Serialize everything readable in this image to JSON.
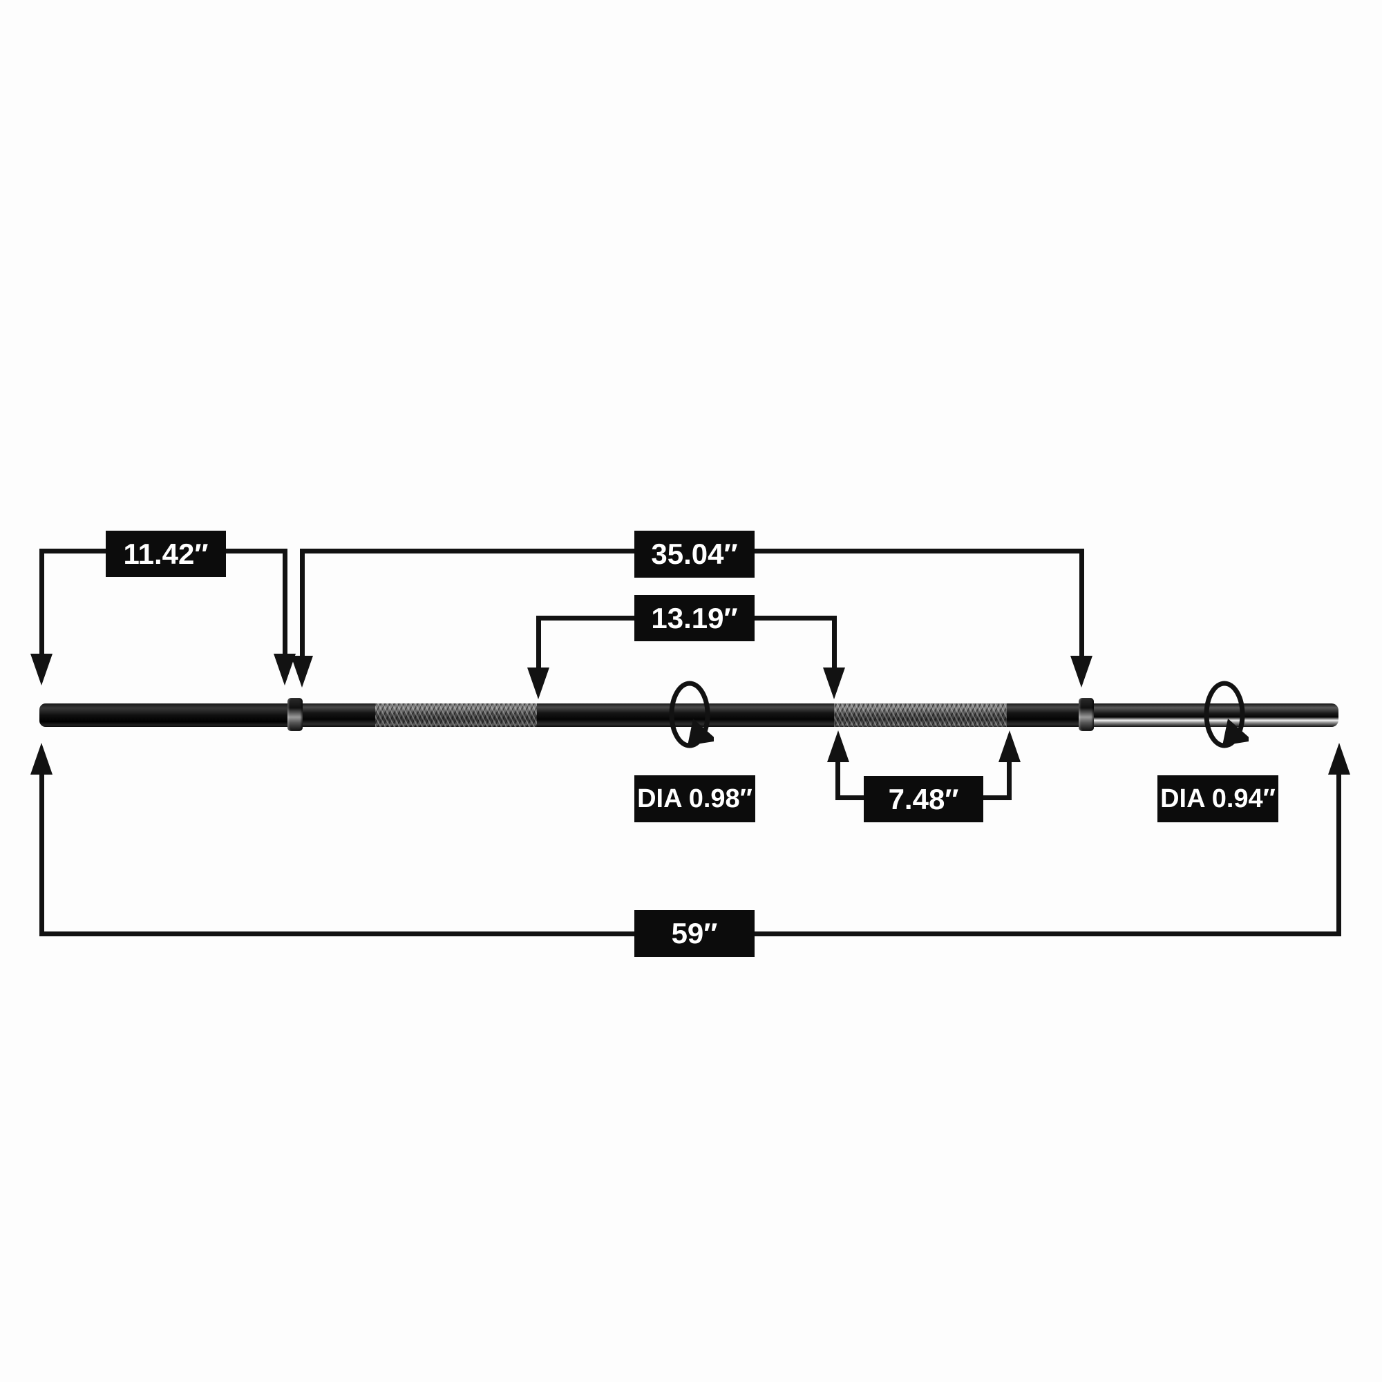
{
  "diagram": {
    "labels": {
      "len_left_end": "11.42″",
      "len_inner_shaft": "35.04″",
      "len_center_smooth": "13.19″",
      "len_right_grip": "7.48″",
      "len_overall": "59″",
      "dia_shaft": "DIA 0.98″",
      "dia_sleeve": "DIA 0.94″"
    },
    "colors": {
      "background": "#fdfdfd",
      "line": "#121212",
      "label_bg": "#0c0c0c",
      "label_text": "#ffffff",
      "knurl_gray": "#5a5a5a",
      "bar_black": "#0a0a0a"
    },
    "icons": {
      "rotation_left": "rotation-arrow-icon",
      "rotation_right": "rotation-arrow-icon"
    }
  }
}
